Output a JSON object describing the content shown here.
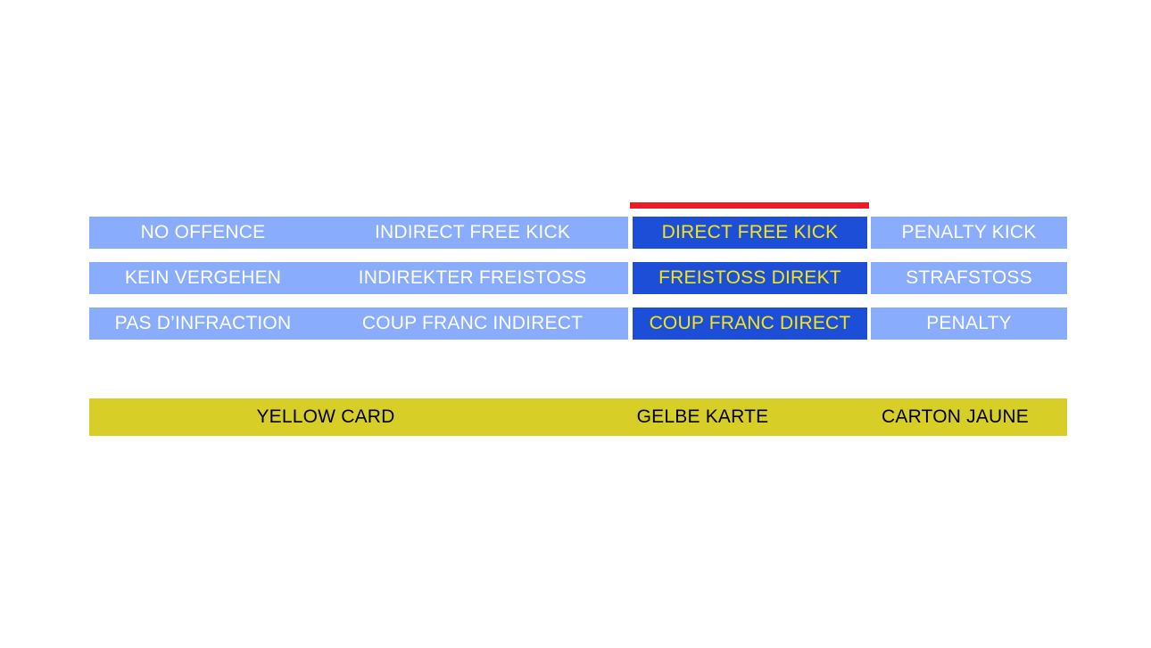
{
  "matrix": {
    "rows": [
      {
        "language": "en",
        "cells": [
          {
            "label": "NO OFFENCE",
            "state": "normal"
          },
          {
            "label": "INDIRECT FREE KICK",
            "state": "normal"
          },
          {
            "label": "DIRECT FREE KICK",
            "state": "highlight"
          },
          {
            "label": "PENALTY KICK",
            "state": "normal"
          }
        ]
      },
      {
        "language": "de",
        "cells": [
          {
            "label": "KEIN VERGEHEN",
            "state": "normal"
          },
          {
            "label": "INDIREKTER FREISTOSS",
            "state": "normal"
          },
          {
            "label": "FREISTOSS DIREKT",
            "state": "highlight"
          },
          {
            "label": "STRAFSTOSS",
            "state": "normal"
          }
        ]
      },
      {
        "language": "fr",
        "cells": [
          {
            "label": "PAS D’INFRACTION",
            "state": "normal"
          },
          {
            "label": "COUP FRANC INDIRECT",
            "state": "normal"
          },
          {
            "label": "COUP FRANC DIRECT",
            "state": "highlight"
          },
          {
            "label": "PENALTY",
            "state": "normal"
          }
        ]
      }
    ]
  },
  "card_band": {
    "cells": [
      {
        "label": "YELLOW CARD",
        "language": "en"
      },
      {
        "label": "GELBE KARTE",
        "language": "de"
      },
      {
        "label": "CARTON JAUNE",
        "language": "fr"
      }
    ]
  },
  "colors": {
    "bar_normal": "#8aacfc",
    "bar_highlight": "#1d4ed8",
    "highlight_text": "#f5e617",
    "normal_text": "#ffffff",
    "marker": "#ed1c24",
    "card_band": "#d8ce28",
    "card_band_text": "#000000",
    "background": "#ffffff"
  }
}
